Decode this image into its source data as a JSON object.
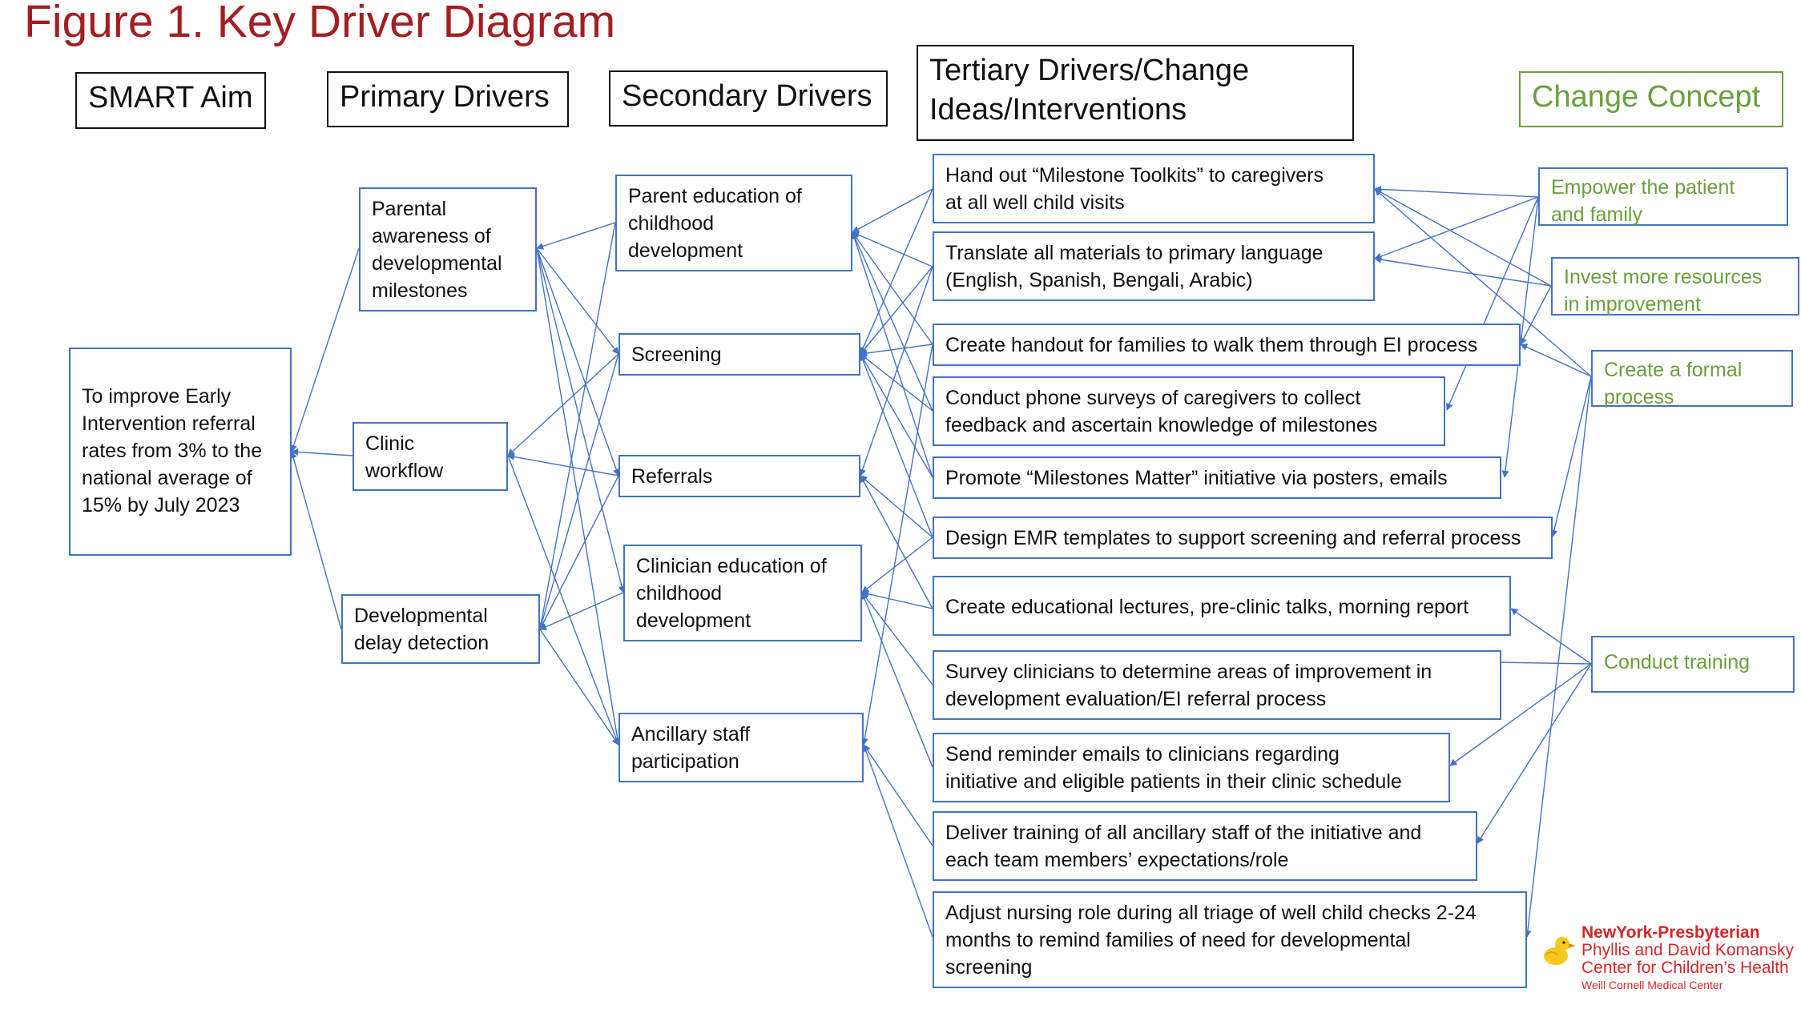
{
  "title": "Figure 1. Key Driver Diagram",
  "headers": {
    "aim": "SMART Aim",
    "primary": "Primary Drivers",
    "secondary": "Secondary Drivers",
    "tertiary": "Tertiary Drivers/Change\nIdeas/Interventions",
    "concept": "Change Concept"
  },
  "colors": {
    "title": "#a31e22",
    "connector": "#4472c4",
    "concept": "#6a9f3c",
    "logo": "#d4262a"
  },
  "aim": "To improve Early\nIntervention referral\nrates from 3% to the\nnational average of\n15% by July 2023",
  "primary": [
    "Parental\nawareness of\ndevelopmental\nmilestones",
    "Clinic\nworkflow",
    "Developmental\ndelay detection"
  ],
  "secondary": [
    "Parent education of\nchildhood\ndevelopment",
    "Screening",
    "Referrals",
    "Clinician education of\nchildhood\ndevelopment",
    "Ancillary staff\nparticipation"
  ],
  "tertiary": [
    "Hand out “Milestone Toolkits” to caregivers\nat all well child visits",
    "Translate all materials to primary language\n(English, Spanish, Bengali, Arabic)",
    "Create handout for families to walk them through EI process",
    "Conduct phone surveys of caregivers to collect\nfeedback and ascertain knowledge of milestones",
    "Promote “Milestones Matter” initiative via posters, emails",
    "Design EMR templates to support screening and referral process",
    "Create educational lectures, pre-clinic talks, morning report",
    "Survey clinicians to determine areas of improvement in\ndevelopment evaluation/EI referral process",
    "Send reminder emails to clinicians regarding\ninitiative and eligible patients in their clinic schedule",
    "Deliver training of all ancillary staff of the initiative and\neach team members’ expectations/role",
    "Adjust nursing role during all triage of well child checks 2-24\nmonths to remind families of need for developmental\nscreening"
  ],
  "concepts": [
    "Empower the patient\nand family",
    "Invest more resources\nin improvement",
    "Create a formal\nprocess",
    "Conduct training"
  ],
  "logo": {
    "line1": "NewYork-Presbyterian",
    "line2": "Phyllis and David Komansky",
    "line3": "Center for Children’s Health",
    "line4": "Weill Cornell Medical Center"
  }
}
